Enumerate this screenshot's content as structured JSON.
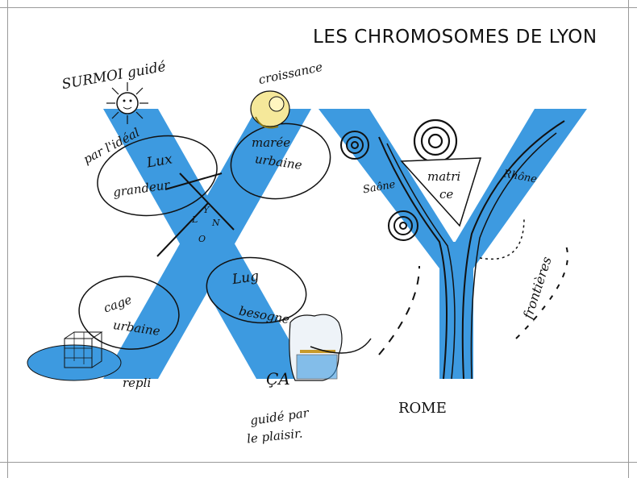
{
  "title": "LES CHROMOSOMES DE LYON",
  "colors": {
    "accent": "#3d9ae0",
    "ink": "#111111",
    "background": "#ffffff"
  },
  "labels": {
    "sun_top": "SURMOI guidé",
    "sun_bottom": "par l'idéal",
    "croissance": "croissance",
    "lux": "Lux",
    "grandeur": "grandeur",
    "maree_1": "marée",
    "maree_2": "urbaine",
    "lyon_l": "L",
    "lyon_y": "Y",
    "lyon_o": "O",
    "lyon_n": "N",
    "lug": "Lug",
    "besogne": "besogne",
    "cage_1": "cage",
    "cage_2": "urbaine",
    "repli": "repli",
    "ca": "ÇA",
    "guide_plaisir_1": "guidé par",
    "guide_plaisir_2": "le plaisir.",
    "matrice_1": "matri",
    "matrice_2": "ce",
    "saone": "Saône",
    "rhone": "Rhône",
    "frontieres": "frontières",
    "rome": "ROME"
  }
}
